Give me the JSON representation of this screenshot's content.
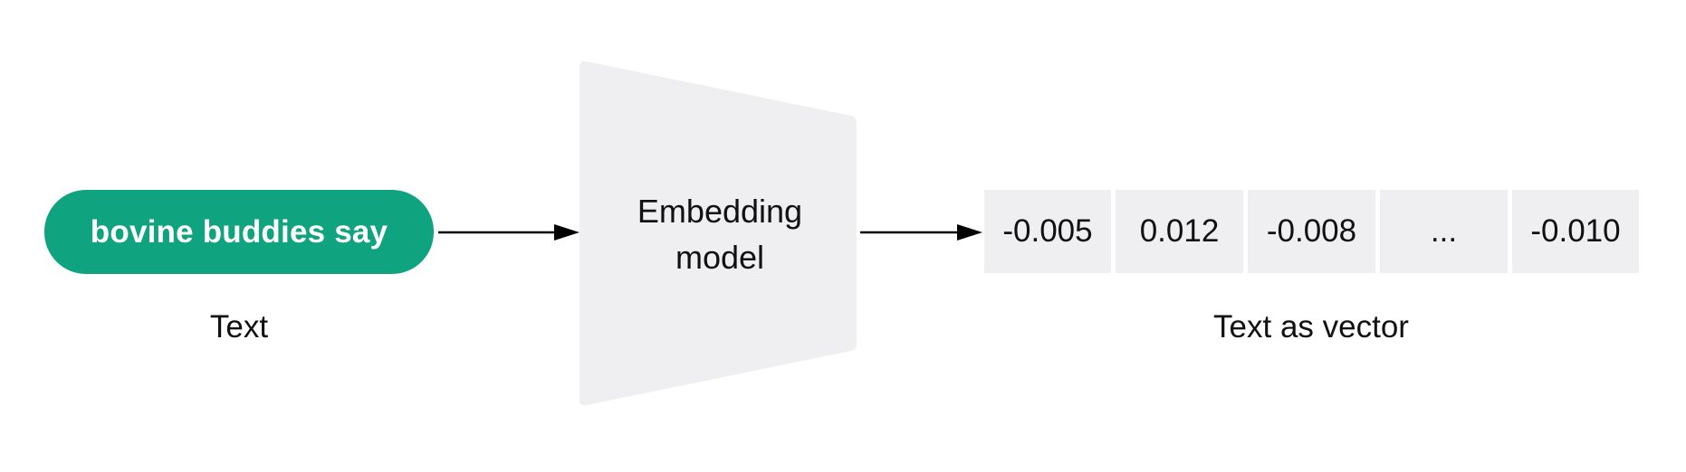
{
  "input": {
    "text": "bovine buddies say",
    "caption": "Text",
    "color": "#10a37f"
  },
  "model": {
    "line1": "Embedding",
    "line2": "model",
    "color": "#efeff1"
  },
  "vector": {
    "values": [
      "-0.005",
      "0.012",
      "-0.008",
      "...",
      "-0.010"
    ],
    "caption": "Text as vector"
  }
}
